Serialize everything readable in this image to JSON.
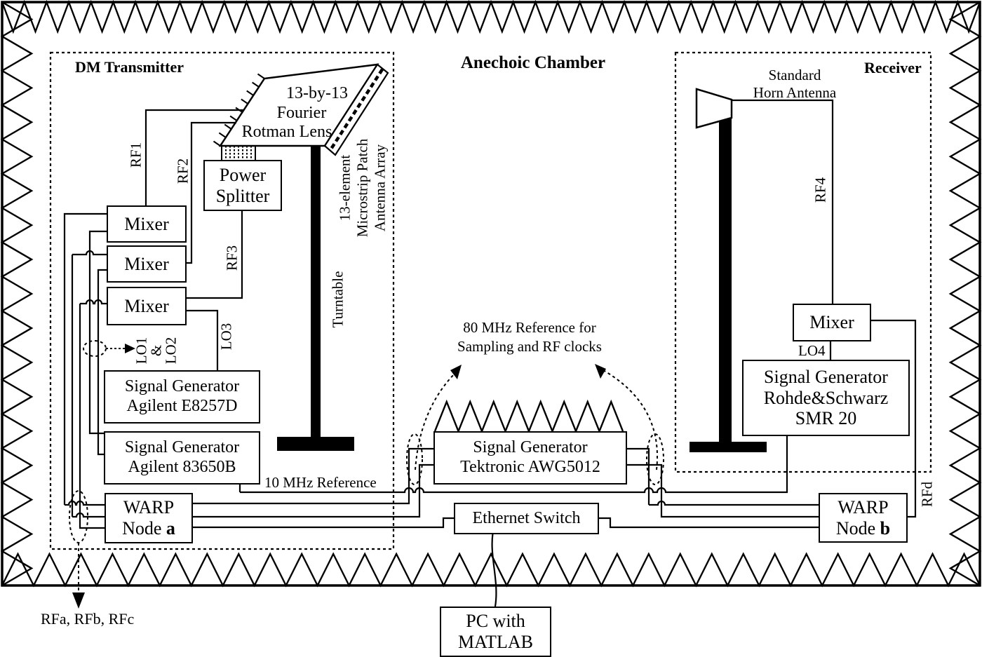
{
  "chamber": {
    "title": "Anechoic Chamber"
  },
  "transmitter": {
    "title": "DM Transmitter",
    "mixer1": "Mixer",
    "mixer2": "Mixer",
    "mixer3": "Mixer",
    "splitter": {
      "line1": "Power",
      "line2": "Splitter"
    },
    "lens": {
      "line1": "13-by-13",
      "line2": "Fourier",
      "line3": "Rotman Lens"
    },
    "array": {
      "line1": "13-element",
      "line2": "Microstrip Patch",
      "line3": "Antenna Array"
    },
    "turntable": "Turntable",
    "siggen1": {
      "line1": "Signal Generator",
      "line2": "Agilent E8257D"
    },
    "siggen2": {
      "line1": "Signal Generator",
      "line2": "Agilent 83650B"
    },
    "warp_a": {
      "line1": "WARP",
      "line2_prefix": "Node ",
      "line2_bold": "a"
    },
    "labels": {
      "rf1": "RF1",
      "rf2": "RF2",
      "rf3": "RF3",
      "lo1": "LO1",
      "amp": "&",
      "lo2": "LO2",
      "lo3": "LO3",
      "rfabc": "RFa, RFb, RFc"
    }
  },
  "center": {
    "ref80": {
      "line1": "80 MHz Reference for",
      "line2": "Sampling and RF clocks"
    },
    "ref10": "10 MHz Reference",
    "awg": {
      "line1": "Signal Generator",
      "line2": "Tektronic AWG5012"
    },
    "ethernet": "Ethernet Switch",
    "pc": {
      "line1": "PC with",
      "line2": "MATLAB"
    }
  },
  "receiver": {
    "title": "Receiver",
    "horn": {
      "line1": "Standard",
      "line2": "Horn Antenna"
    },
    "mixer": "Mixer",
    "siggen": {
      "line1": "Signal Generator",
      "line2": "Rohde&Schwarz",
      "line3": "SMR 20"
    },
    "warp_b": {
      "line1": "WARP",
      "line2_prefix": "Node ",
      "line2_bold": "b"
    },
    "labels": {
      "rf4": "RF4",
      "lo4": "LO4",
      "rfd": "RFd"
    }
  },
  "colors": {
    "ink": "#000000",
    "paper": "#ffffff"
  }
}
